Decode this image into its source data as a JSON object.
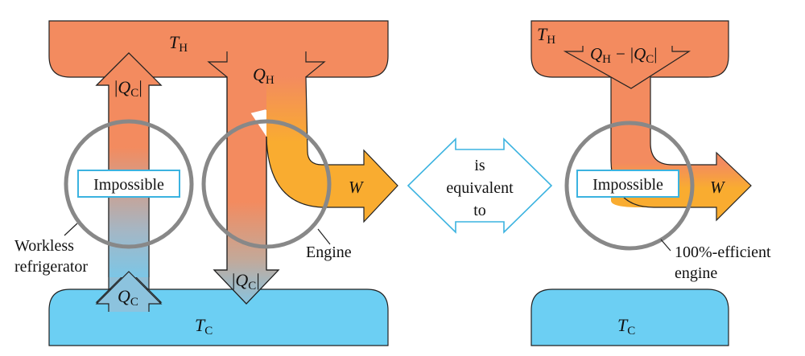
{
  "left_panel": {
    "hot_reservoir": {
      "symbol": "T",
      "subscript": "H"
    },
    "cold_reservoir": {
      "symbol": "T",
      "subscript": "C"
    },
    "refrigerator": {
      "top_arrow_label": {
        "pre": "|",
        "symbol": "Q",
        "subscript": "C",
        "post": "|"
      },
      "bottom_arrow_label": {
        "symbol": "Q",
        "subscript": "C"
      },
      "impossible_label": "Impossible",
      "caption_line1": "Workless",
      "caption_line2": "refrigerator"
    },
    "engine": {
      "input_label": {
        "symbol": "Q",
        "subscript": "H"
      },
      "output_label": {
        "pre": "|",
        "symbol": "Q",
        "subscript": "C",
        "post": "|"
      },
      "work_label": "W",
      "caption": "Engine"
    }
  },
  "equivalence": {
    "line1": "is",
    "line2": "equivalent",
    "line3": "to"
  },
  "right_panel": {
    "hot_reservoir": {
      "symbol": "T",
      "subscript": "H"
    },
    "cold_reservoir": {
      "symbol": "T",
      "subscript": "C"
    },
    "input_label": {
      "q1": "Q",
      "q1_sub": "H",
      "minus": "−",
      "pre": "|",
      "q2": "Q",
      "q2_sub": "C",
      "post": "|"
    },
    "work_label": "W",
    "impossible_label": "Impossible",
    "caption_line1": "100%-efficient",
    "caption_line2": "engine"
  },
  "colors": {
    "hot": "#f38b5f",
    "cold": "#6ccff3",
    "work": "#f9ac30",
    "circle": "#888888",
    "impossible_border": "#3bb3e0",
    "equiv_border": "#3bb3e0"
  }
}
